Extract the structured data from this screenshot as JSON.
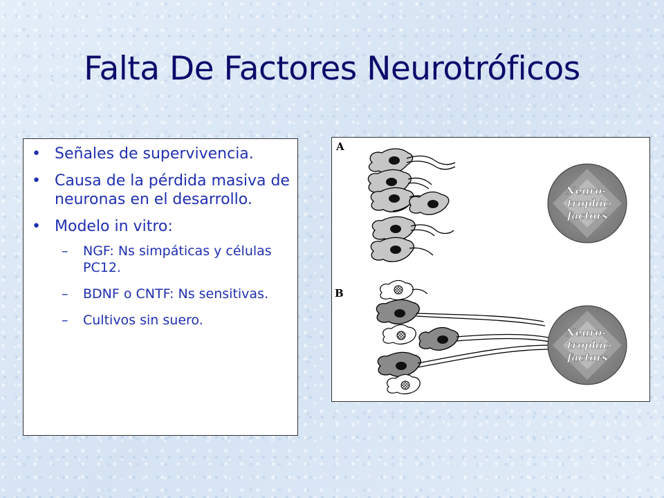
{
  "slide": {
    "title": "Falta De Factores Neurotróficos"
  },
  "bullets": [
    {
      "marker": "•",
      "text": "Señales de supervivencia."
    },
    {
      "marker": "•",
      "text": "Causa de la pérdida masiva de neuronas en el desarrollo."
    },
    {
      "marker": "•",
      "text": "Modelo in vitro:"
    }
  ],
  "sub_bullets": [
    {
      "marker": "–",
      "text": "NGF: Ns simpáticas y células PC12."
    },
    {
      "marker": "–",
      "text": "BDNF o CNTF: Ns sensitivas."
    },
    {
      "marker": "–",
      "text": "Cultivos sin suero."
    }
  ],
  "figure": {
    "panel_a_label": "A",
    "panel_b_label": "B",
    "source_label_line1": "Neuro-",
    "source_label_line2": "trophic",
    "source_label_line3": "factors",
    "colors": {
      "cell_fill": "#c6c6c6",
      "dark_cell_fill": "#8a8a8a",
      "nucleus": "#111111",
      "dead_cell": "#ffffff"
    }
  }
}
